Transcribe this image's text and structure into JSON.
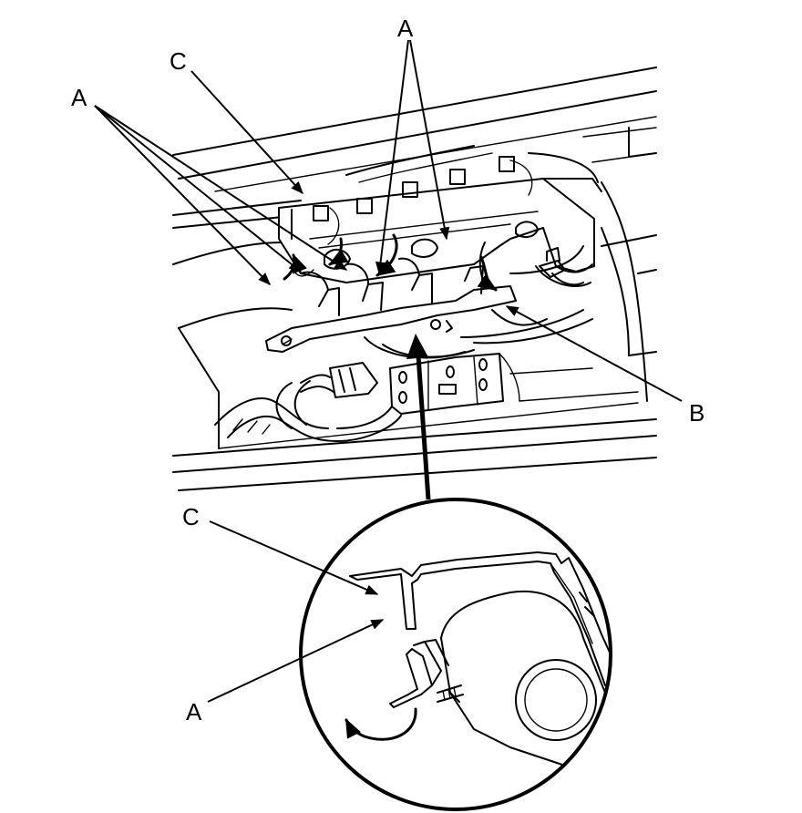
{
  "labels": {
    "top_a_center": "A",
    "top_a_left": "A",
    "top_c": "C",
    "b": "B",
    "detail_c": "C",
    "detail_a": "A"
  }
}
